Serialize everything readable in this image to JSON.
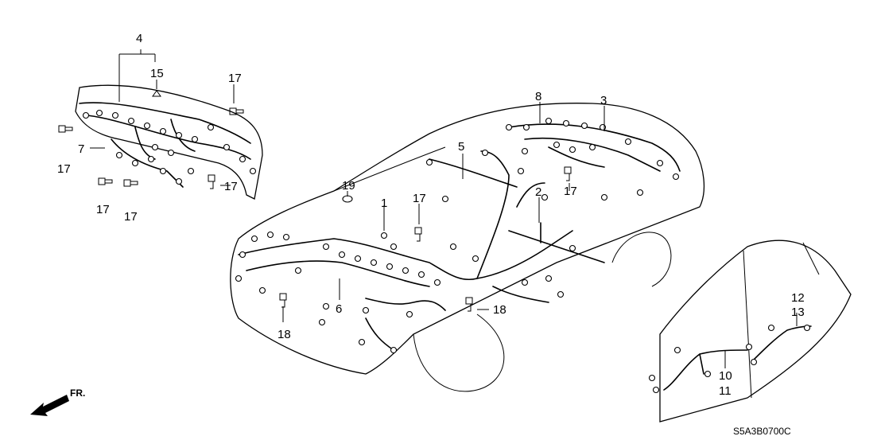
{
  "diagram": {
    "callouts": {
      "c1": "1",
      "c2": "2",
      "c3": "3",
      "c4": "4",
      "c5": "5",
      "c6": "6",
      "c7": "7",
      "c8": "8",
      "c10": "10",
      "c11": "11",
      "c12": "12",
      "c13": "13",
      "c15": "15",
      "c17a": "17",
      "c17b": "17",
      "c17c": "17",
      "c17d": "17",
      "c17e": "17",
      "c17f": "17",
      "c17g": "17",
      "c18a": "18",
      "c18b": "18",
      "c19": "19"
    },
    "direction_label": "FR.",
    "diagram_code": "S5A3B0700C"
  }
}
